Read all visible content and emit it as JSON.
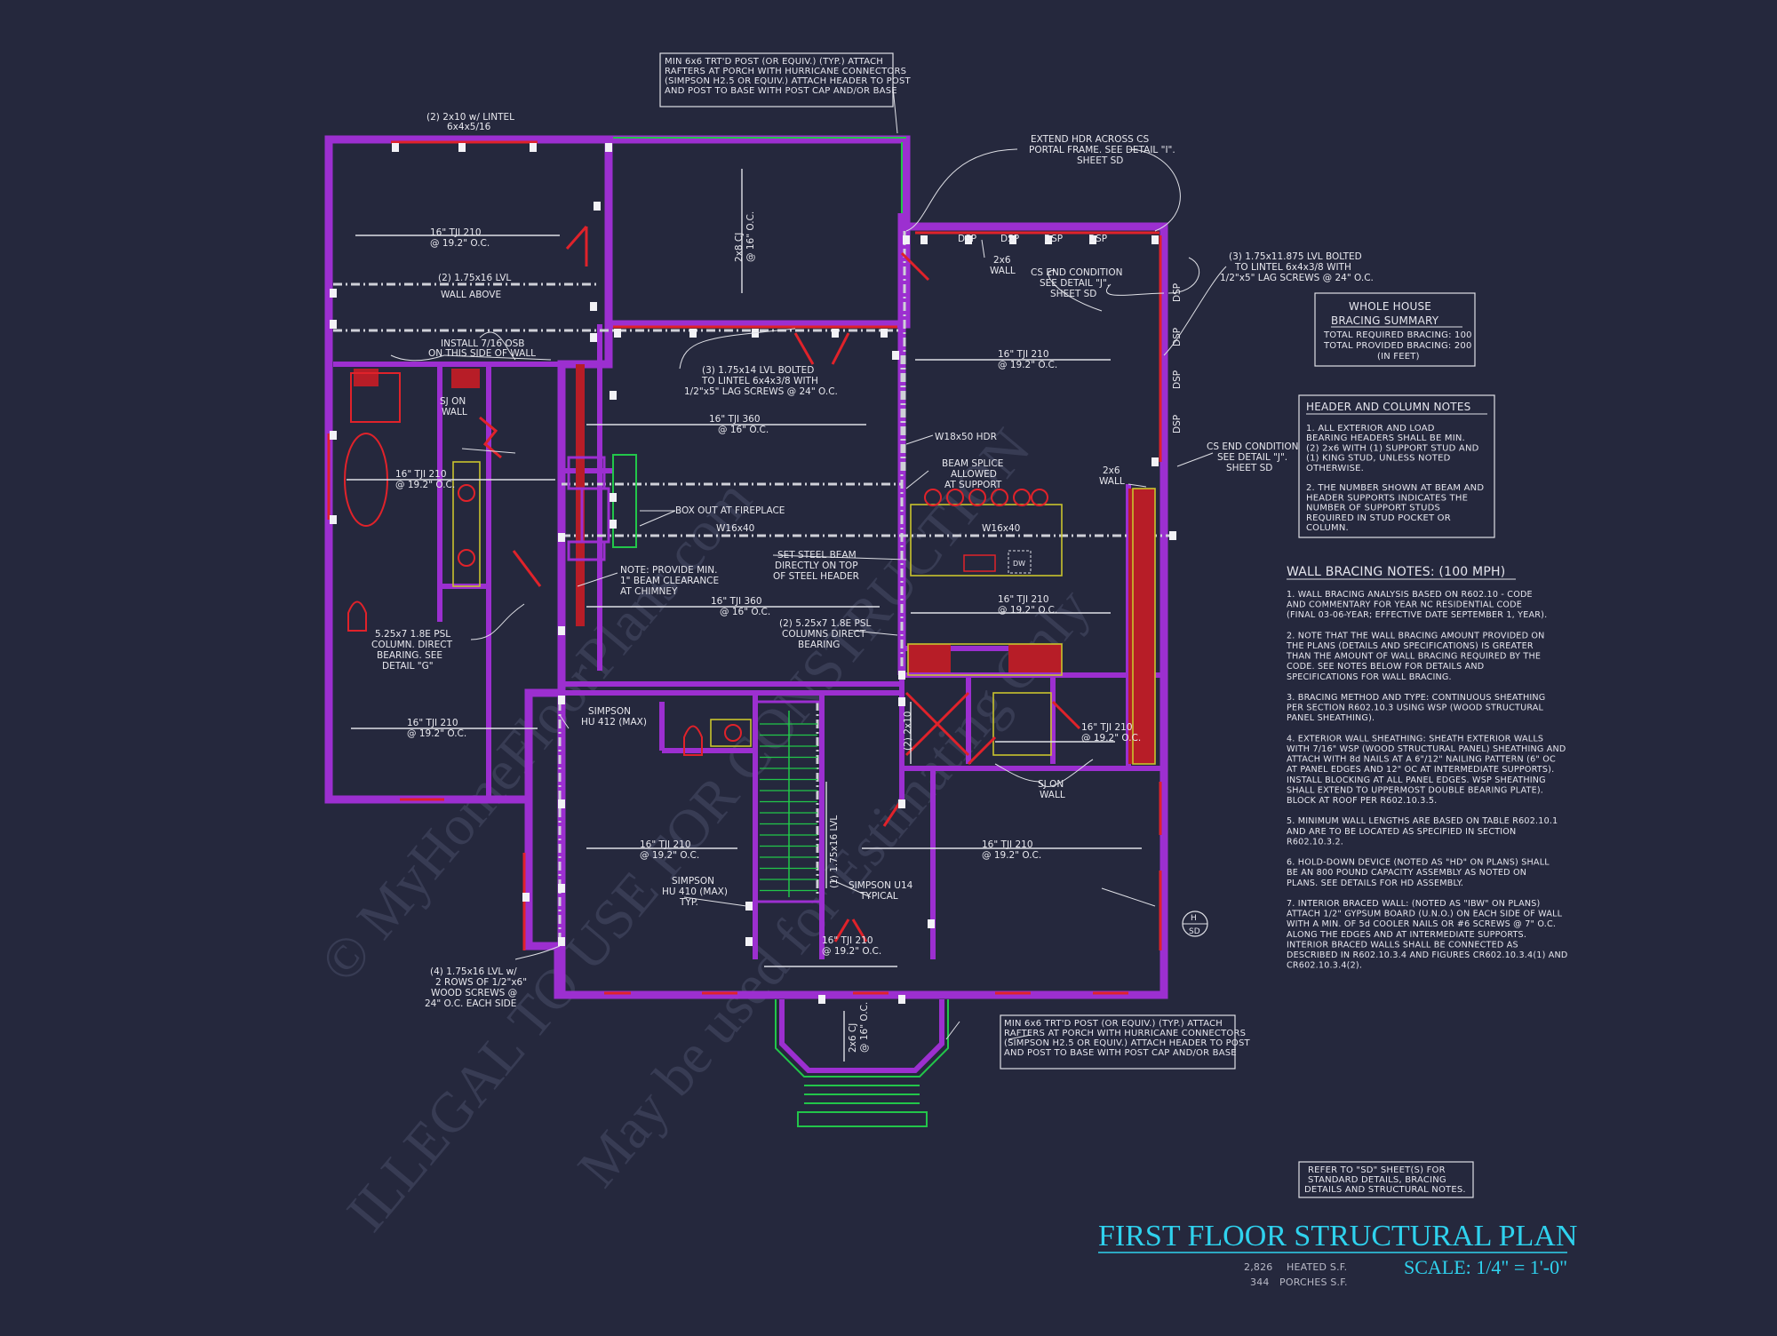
{
  "title": "FIRST FLOOR STRUCTURAL PLAN",
  "scale": "SCALE: 1/4\" = 1'-0\"",
  "areas": [
    {
      "value": "2,826",
      "label": "HEATED S.F."
    },
    {
      "value": "344",
      "label": "PORCHES S.F."
    }
  ],
  "watermark": [
    "© MyHomeFloorPlans.com",
    "ILLEGAL TO USE FOR CONSTRUCTION",
    "May be used for Estimating Only"
  ],
  "whole_house": {
    "title1": "WHOLE HOUSE",
    "title2": "BRACING SUMMARY",
    "line1": "TOTAL REQUIRED BRACING: 100",
    "line2": "TOTAL PROVIDED BRACING: 200",
    "line3": "(IN FEET)"
  },
  "header_notes": {
    "title": "HEADER AND COLUMN NOTES",
    "lines": [
      "1. ALL EXTERIOR AND LOAD",
      "BEARING HEADERS SHALL BE MIN.",
      "(2) 2x6 WITH (1) SUPPORT STUD AND",
      "(1) KING STUD, UNLESS NOTED",
      "OTHERWISE.",
      "",
      "2. THE NUMBER SHOWN AT BEAM AND",
      "HEADER SUPPORTS INDICATES THE",
      "NUMBER OF SUPPORT STUDS",
      "REQUIRED IN STUD POCKET OR",
      "COLUMN."
    ]
  },
  "wall_bracing": {
    "title": "WALL BRACING NOTES: (100 MPH)",
    "lines": [
      "1. WALL BRACING ANALYSIS BASED ON R602.10 - CODE",
      "AND COMMENTARY FOR YEAR NC RESIDENTIAL CODE",
      "(FINAL 03-06-YEAR; EFFECTIVE DATE SEPTEMBER 1, YEAR).",
      "",
      "2. NOTE THAT THE WALL BRACING AMOUNT PROVIDED ON",
      "THE PLANS (DETAILS AND SPECIFICATIONS) IS GREATER",
      "THAN THE AMOUNT OF WALL BRACING REQUIRED BY THE",
      "CODE. SEE NOTES BELOW FOR DETAILS AND",
      "SPECIFICATIONS FOR WALL BRACING.",
      "",
      "3. BRACING METHOD AND TYPE: CONTINUOUS SHEATHING",
      "PER SECTION R602.10.3 USING WSP (WOOD STRUCTURAL",
      "PANEL SHEATHING).",
      "",
      "4. EXTERIOR WALL SHEATHING: SHEATH EXTERIOR WALLS",
      "WITH 7/16\" WSP (WOOD STRUCTURAL PANEL) SHEATHING AND",
      "ATTACH WITH 8d NAILS AT A 6\"/12\" NAILING PATTERN (6\" OC",
      "AT PANEL EDGES AND 12\" OC AT INTERMEDIATE SUPPORTS).",
      "INSTALL BLOCKING AT ALL PANEL EDGES. WSP SHEATHING",
      "SHALL EXTEND TO UPPERMOST DOUBLE BEARING PLATE).",
      "BLOCK AT ROOF PER R602.10.3.5.",
      "",
      "5. MINIMUM WALL LENGTHS ARE BASED ON TABLE R602.10.1",
      "AND ARE TO BE LOCATED AS SPECIFIED IN SECTION",
      "R602.10.3.2.",
      "",
      "6. HOLD-DOWN DEVICE (NOTED AS \"HD\" ON PLANS) SHALL",
      "BE AN 800 POUND CAPACITY ASSEMBLY AS NOTED ON",
      "PLANS. SEE DETAILS FOR HD ASSEMBLY.",
      "",
      "7. INTERIOR BRACED WALL: (NOTED AS \"IBW\" ON PLANS)",
      "ATTACH 1/2\" GYPSUM BOARD (U.N.O.) ON EACH SIDE OF WALL",
      "WITH A MIN. OF 5d COOLER NAILS OR #6 SCREWS @ 7\" O.C.",
      "ALONG THE EDGES AND AT INTERMEDIATE SUPPORTS.",
      "INTERIOR BRACED WALLS SHALL BE CONNECTED AS",
      "DESCRIBED IN R602.10.3.4 AND FIGURES CR602.10.3.4(1) AND",
      "CR602.10.3.4(2)."
    ]
  },
  "refer_note": [
    "REFER TO \"SD\" SHEET(S) FOR",
    "STANDARD DETAILS, BRACING",
    "DETAILS AND STRUCTURAL NOTES."
  ],
  "post_note_top": [
    "MIN 6x6 TRT'D POST (OR EQUIV.) (TYP.) ATTACH",
    "RAFTERS AT PORCH WITH HURRICANE CONNECTORS",
    "(SIMPSON H2.5 OR EQUIV.) ATTACH HEADER TO POST",
    "AND POST TO BASE WITH POST CAP AND/OR BASE"
  ],
  "post_note_bottom": [
    "MIN 6x6 TRT'D POST (OR EQUIV.) (TYP.) ATTACH",
    "RAFTERS AT PORCH WITH HURRICANE CONNECTORS",
    "(SIMPSON H2.5 OR EQUIV.) ATTACH HEADER TO POST",
    "AND POST TO BASE WITH POST CAP AND/OR BASE"
  ],
  "labels": {
    "lintel": [
      "(2) 2x10 w/ LINTEL",
      "6x4x5/16"
    ],
    "extend_hdr": [
      "EXTEND HDR ACROSS CS",
      "PORTAL FRAME. SEE DETAIL \"I\".",
      "SHEET SD"
    ],
    "lvl_bolted_right": [
      "(3) 1.75x11.875 LVL BOLTED",
      "TO LINTEL 6x4x3/8 WITH",
      "1/2\"x5\" LAG SCREWS @ 24\" O.C."
    ],
    "tji_1": [
      "16\" TJI 210",
      "@ 19.2\" O.C."
    ],
    "lvl_2": "(2) 1.75x16 LVL",
    "wall_above": "WALL ABOVE",
    "cj_top": [
      "2x8 CJ",
      "@ 16\" O.C."
    ],
    "install_osb": [
      "INSTALL 7/16 OSB",
      "ON THIS SIDE OF WALL"
    ],
    "lvl_bolted_mid": [
      "(3) 1.75x14 LVL BOLTED",
      "TO LINTEL 6x4x3/8 WITH",
      "1/2\"x5\" LAG SCREWS @ 24\" O.C."
    ],
    "sj_on_wall_1": [
      "SJ ON",
      "WALL"
    ],
    "tji_360_a": [
      "16\" TJI 360",
      "@ 16\" O.C."
    ],
    "tji_210_left": [
      "16\" TJI 210",
      "@ 19.2\" O.C."
    ],
    "box_out": "BOX OUT AT FIREPLACE",
    "w16x40_a": "W16x40",
    "w16x40_b": "W16x40",
    "w18x50": "W18x50 HDR",
    "beam_splice": [
      "BEAM SPLICE",
      "ALLOWED",
      "AT SUPPORT"
    ],
    "note_chimney": [
      "NOTE: PROVIDE MIN.",
      "1\" BEAM CLEARANCE",
      "AT CHIMNEY"
    ],
    "set_steel": [
      "SET STEEL BEAM",
      "DIRECTLY ON TOP",
      "OF STEEL HEADER"
    ],
    "tji_360_b": [
      "16\" TJI 360",
      "@ 16\" O.C."
    ],
    "psl_col_left": [
      "5.25x7 1.8E PSL",
      "COLUMN. DIRECT",
      "BEARING. SEE",
      "DETAIL \"G\""
    ],
    "psl_col_mid": [
      "(2) 5.25x7 1.8E PSL",
      "COLUMNS DIRECT",
      "BEARING"
    ],
    "tji_right_top": [
      "16\" TJI 210",
      "@ 19.2\" O.C."
    ],
    "tji_right_mid": [
      "16\" TJI 210",
      "@ 19.2\" O.C."
    ],
    "cs_end_1": [
      "CS END CONDITION",
      "SEE DETAIL \"J\".",
      "SHEET SD"
    ],
    "cs_end_2": [
      "CS END CONDITION",
      "SEE DETAIL \"J\".",
      "SHEET SD"
    ],
    "wall_2x6_a": [
      "2x6",
      "WALL"
    ],
    "wall_2x6_b": [
      "2x6",
      "WALL"
    ],
    "dsp": "DSP",
    "tji_left_bottom": [
      "16\" TJI 210",
      "@ 19.2\" O.C."
    ],
    "simpson_hu412": [
      "SIMPSON",
      "HU 412 (MAX)"
    ],
    "tji_small": [
      "16\" TJI 210",
      "@ 19.2\" O.C."
    ],
    "sj_on_wall_2": [
      "SJ ON",
      "WALL"
    ],
    "lvl_2x10": "(2) 2x10",
    "tji_bl": [
      "16\" TJI 210",
      "@ 19.2\" O.C."
    ],
    "simpson_hu410": [
      "SIMPSON",
      "HU 410 (MAX)",
      "TYP."
    ],
    "lvl_stair": "(1) 1.75x16 LVL",
    "simpson_u14": [
      "SIMPSON U14",
      "TYPICAL"
    ],
    "tji_br": [
      "16\" TJI 210",
      "@ 19.2\" O.C."
    ],
    "tji_bc": [
      "16\" TJI 210",
      "@ 19.2\" O.C."
    ],
    "lvl_4": [
      "(4) 1.75x16 LVL w/",
      "2 ROWS OF 1/2\"x6\"",
      "WOOD SCREWS @",
      "24\" O.C. EACH SIDE"
    ],
    "cj_porch": [
      "2x6 CJ",
      "@ 16\" O.C."
    ],
    "hd_top": "H",
    "hd_bot": "SD",
    "dw": "DW"
  }
}
